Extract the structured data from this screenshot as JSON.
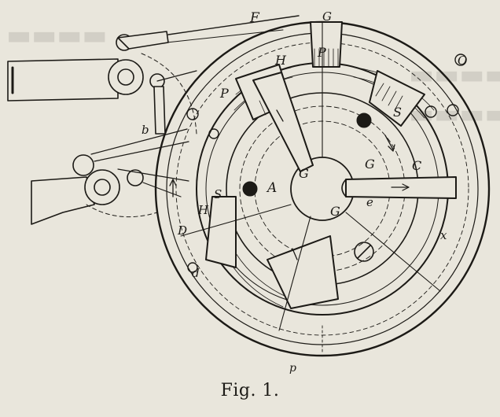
{
  "caption": "Fig. 1.",
  "labels": {
    "F_top": "F",
    "G_top": "G",
    "P_top": "P",
    "H_mid": "H",
    "P_left": "P",
    "S_right": "S",
    "O_right": "O",
    "A_center": "A",
    "G_center1": "G",
    "G_right": "G",
    "G_center2": "G",
    "C_right": "C",
    "e_lower": "e",
    "b_left": "b",
    "S_left": "S",
    "H_left": "H",
    "D_left": "D",
    "x_right": "x",
    "d_bottom": "d",
    "p_bottom": "p"
  },
  "colors": {
    "ink": "#1c1a16",
    "paper": "#e9e6dc"
  }
}
